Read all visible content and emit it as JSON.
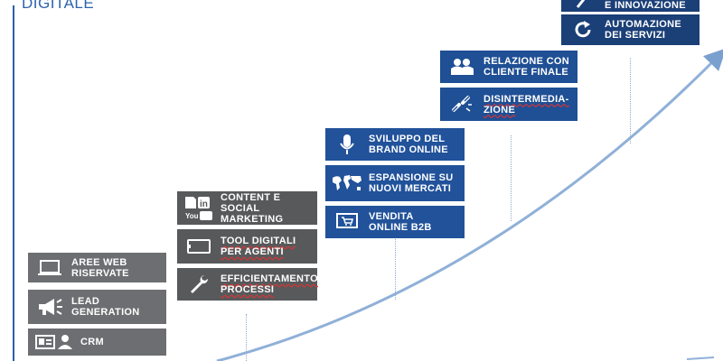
{
  "title": "DIGITALE",
  "columns": [
    {
      "cards": [
        {
          "label": "AREE WEB\nRISERVATE",
          "icon": "laptop-icon"
        },
        {
          "label": "LEAD\nGENERATION",
          "icon": "megaphone-icon"
        },
        {
          "label": "CRM",
          "icon": "contact-card-icon"
        }
      ]
    },
    {
      "cards": [
        {
          "label": "CONTENT E SOCIAL\nMARKETING",
          "icon": "social-media-icon"
        },
        {
          "label": "TOOL DIGITALI\nPER AGENTI",
          "icon": "tablet-icon"
        },
        {
          "label": "EFFICIENTAMENTO\nPROCESSI",
          "icon": "wrench-icon"
        }
      ]
    },
    {
      "cards": [
        {
          "label": "SVILUPPO DEL\nBRAND ONLINE",
          "icon": "microphone-icon"
        },
        {
          "label": "ESPANSIONE SU\nNUOVI MERCATI",
          "icon": "world-map-icon"
        },
        {
          "label": "VENDITA\nONLINE B2B",
          "icon": "shopping-cart-icon"
        }
      ]
    },
    {
      "cards": [
        {
          "label": "RELAZIONE CON\nCLIENTE FINALE",
          "icon": "people-icon"
        },
        {
          "label": "DISINTERMEDIA-\nZIONE",
          "icon": "broken-link-icon"
        }
      ]
    },
    {
      "cards": [
        {
          "label": "E INNOVAZIONE",
          "icon": "rocket-icon"
        },
        {
          "label": "AUTOMAZIONE\nDEI SERVIZI",
          "icon": "refresh-icon"
        }
      ]
    }
  ],
  "icon_glyphs": {
    "youtube_text": "You",
    "in_text": "in"
  }
}
